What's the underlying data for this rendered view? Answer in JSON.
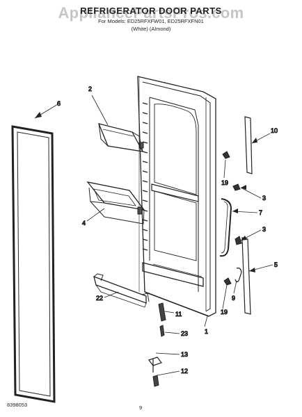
{
  "header": {
    "title": "REFRIGERATOR DOOR PARTS",
    "subtitle_line1": "For Models: ED25RFXFW01, ED25RFXFN01",
    "subtitle_line2": "(White)        (Almond)"
  },
  "watermark": "AppliancePartsPros.com",
  "footer": {
    "doc_number": "8398053",
    "page": "9"
  },
  "callouts": [
    {
      "id": "c6",
      "label": "6"
    },
    {
      "id": "c2",
      "label": "2"
    },
    {
      "id": "c10",
      "label": "10"
    },
    {
      "id": "c19a",
      "label": "19"
    },
    {
      "id": "c3a",
      "label": "3"
    },
    {
      "id": "c4",
      "label": "4"
    },
    {
      "id": "c7",
      "label": "7"
    },
    {
      "id": "c3b",
      "label": "3"
    },
    {
      "id": "c5",
      "label": "5"
    },
    {
      "id": "c9",
      "label": "9"
    },
    {
      "id": "c19b",
      "label": "19"
    },
    {
      "id": "c11",
      "label": "11"
    },
    {
      "id": "c1",
      "label": "1"
    },
    {
      "id": "c22",
      "label": "22"
    },
    {
      "id": "c23",
      "label": "23"
    },
    {
      "id": "c13",
      "label": "13"
    },
    {
      "id": "c12",
      "label": "12"
    }
  ]
}
